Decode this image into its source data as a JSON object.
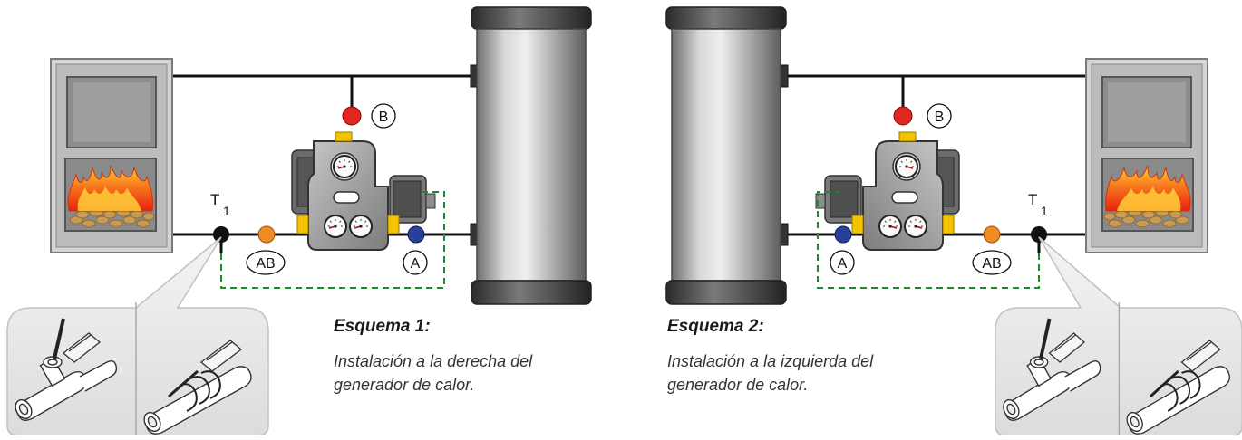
{
  "schemes": [
    {
      "title": "Esquema 1:",
      "desc_line1": "Instalación a la derecha  del",
      "desc_line2": "generador de calor.",
      "labels": {
        "b": "B",
        "ab": "AB",
        "a": "A",
        "t_main": "T",
        "t_sub": "1"
      }
    },
    {
      "title": "Esquema 2:",
      "desc_line1": "Instalación  a  la izquierda  del",
      "desc_line2": "generador de calor.",
      "labels": {
        "b": "B",
        "ab": "AB",
        "a": "A",
        "t_main": "T",
        "t_sub": "1"
      }
    }
  ],
  "colors": {
    "pipe": "#111111",
    "port_b": "#e0261f",
    "port_ab": "#f08a24",
    "port_a": "#27409a",
    "sensor_line": "#1e8a2e",
    "fitting": "#f3c300",
    "valve_body": "#9a9a9a",
    "tank": "#a9a9a9",
    "boiler": "#c8c8c8"
  },
  "icons": [
    "boiler-icon",
    "flame-icon",
    "pellet-icon",
    "storage-tank-icon",
    "mixing-valve-icon",
    "thermometer-icon",
    "sensor-detail-icon"
  ]
}
